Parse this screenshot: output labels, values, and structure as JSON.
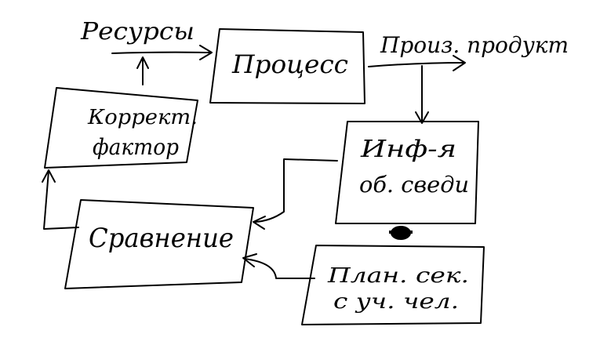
{
  "diagram": {
    "ink_color": "#000000",
    "background_color": "#ffffff",
    "labels": {
      "resources": "Ресурсы",
      "output": "Произ. продукт"
    },
    "nodes": {
      "process": {
        "label": "Процесс"
      },
      "info": {
        "line1": "Инф-я",
        "line2": "об. сведи"
      },
      "comparison": {
        "label": "Сравнение"
      },
      "correcting": {
        "line1": "Коррект.",
        "line2": "фактор"
      },
      "plan": {
        "line1": "План. сек.",
        "line2": "с уч. чел."
      }
    }
  }
}
